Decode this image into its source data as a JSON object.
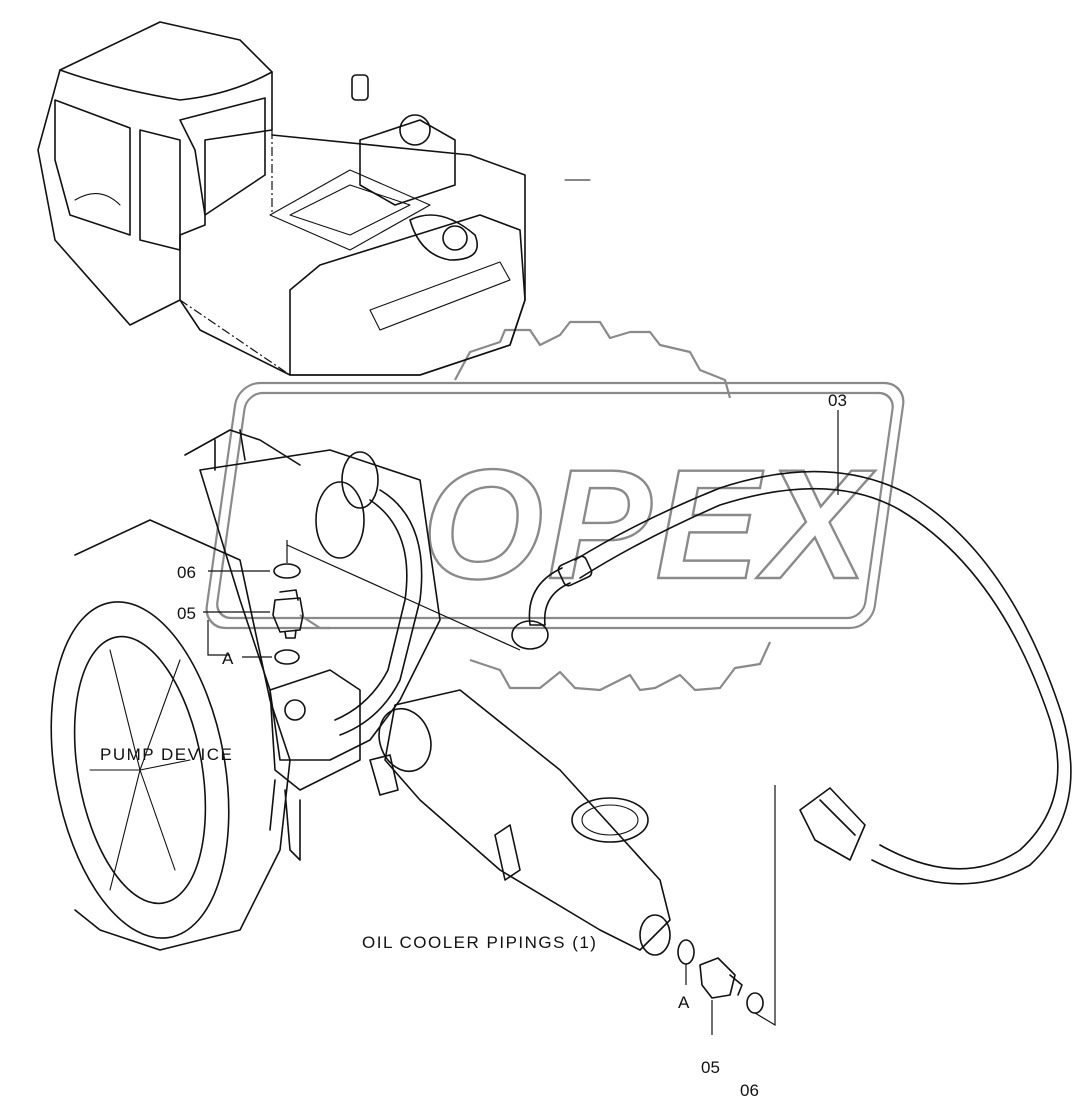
{
  "watermark": {
    "text": "OPEX"
  },
  "callouts": {
    "hose": "03",
    "upper_oring": "06",
    "upper_fitting": "05",
    "upper_ref": "A",
    "lower_ref": "A",
    "lower_fitting": "05",
    "lower_oring": "06"
  },
  "captions": {
    "pump": "PUMP DEVICE",
    "cooler": "OIL COOLER PIPINGS (1)"
  }
}
